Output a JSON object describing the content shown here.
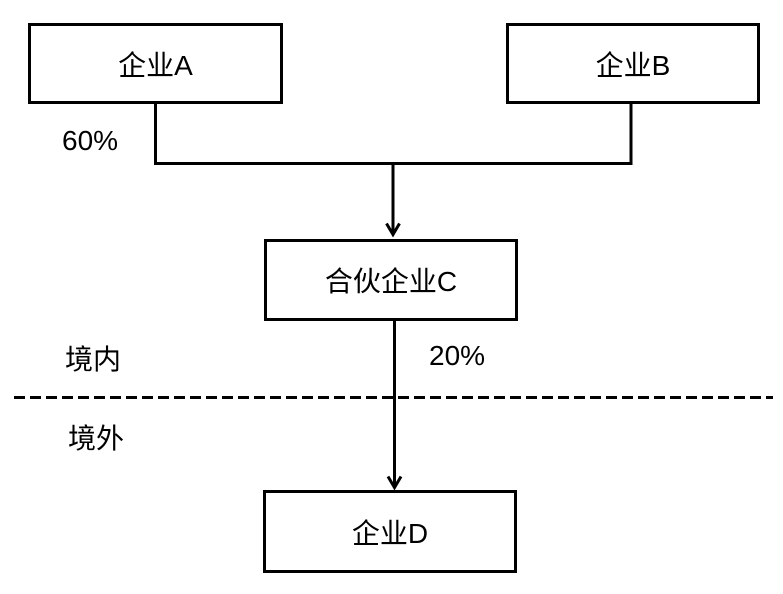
{
  "diagram": {
    "nodes": [
      {
        "id": "A",
        "label": "企业A"
      },
      {
        "id": "B",
        "label": "企业B"
      },
      {
        "id": "C",
        "label": "合伙企业C"
      },
      {
        "id": "D",
        "label": "企业D"
      }
    ],
    "edges": [
      {
        "from": "A",
        "to": "C",
        "label": "60%"
      },
      {
        "from": "B",
        "to": "C",
        "label": ""
      },
      {
        "from": "C",
        "to": "D",
        "label": "20%"
      }
    ],
    "labels": {
      "ownership_a_c": "60%",
      "ownership_c_d": "20%",
      "region_above_line": "境内",
      "region_below_line": "境外"
    },
    "colors": {
      "line": "#000000",
      "background": "#ffffff",
      "border": "#000000",
      "text": "#000000"
    }
  }
}
